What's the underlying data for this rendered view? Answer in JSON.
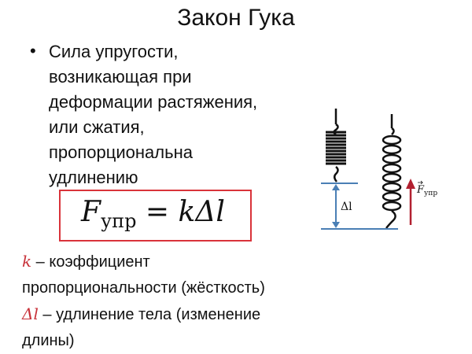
{
  "slide": {
    "title": "Закон Гука",
    "bullet": {
      "marker": "•",
      "lines": [
        "Сила упругости,",
        "возникающая при",
        "деформации растяжения,",
        "или сжатия,",
        "пропорциональна",
        "удлинению"
      ]
    },
    "formula": {
      "F": "F",
      "sub": "упр",
      "eq": " = ",
      "rhs": "kΔl",
      "border_color": "#d9333a"
    },
    "definitions": [
      {
        "symbol": "k",
        "text": " – коэффициент"
      },
      {
        "symbol": "",
        "text": "пропорциональности (жёсткость)"
      },
      {
        "symbol": "Δl",
        "text": " – удлинение тела (изменение"
      },
      {
        "symbol": "",
        "text": "длины)"
      }
    ],
    "diagram": {
      "delta_label": "Δl",
      "force_label": "F",
      "force_sub": "упр",
      "line_color": "#4a7fb5",
      "arrow_color": "#b22030"
    }
  }
}
